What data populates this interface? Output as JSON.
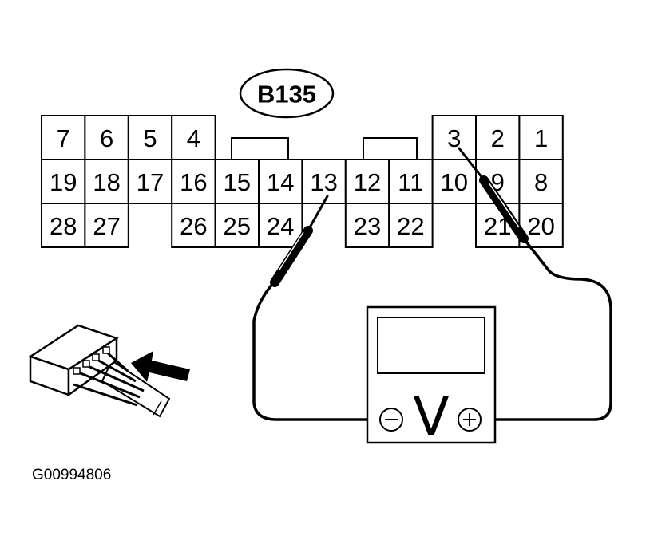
{
  "connector": {
    "id": "B135"
  },
  "pins": {
    "rows": [
      [
        "7",
        "6",
        "5",
        "4",
        null,
        null,
        null,
        null,
        null,
        "3",
        "2",
        "1"
      ],
      [
        "19",
        "18",
        "17",
        "16",
        "15",
        "14",
        "13",
        "12",
        "11",
        "10",
        "9",
        "8"
      ],
      [
        "28",
        "27",
        null,
        "26",
        "25",
        "24",
        null,
        "23",
        "22",
        null,
        "21",
        "20"
      ]
    ]
  },
  "meter": {
    "symbol": "V",
    "negative_terminal_icon": "minus-icon",
    "positive_terminal_icon": "plus-icon"
  },
  "figure_code": "G00994806"
}
